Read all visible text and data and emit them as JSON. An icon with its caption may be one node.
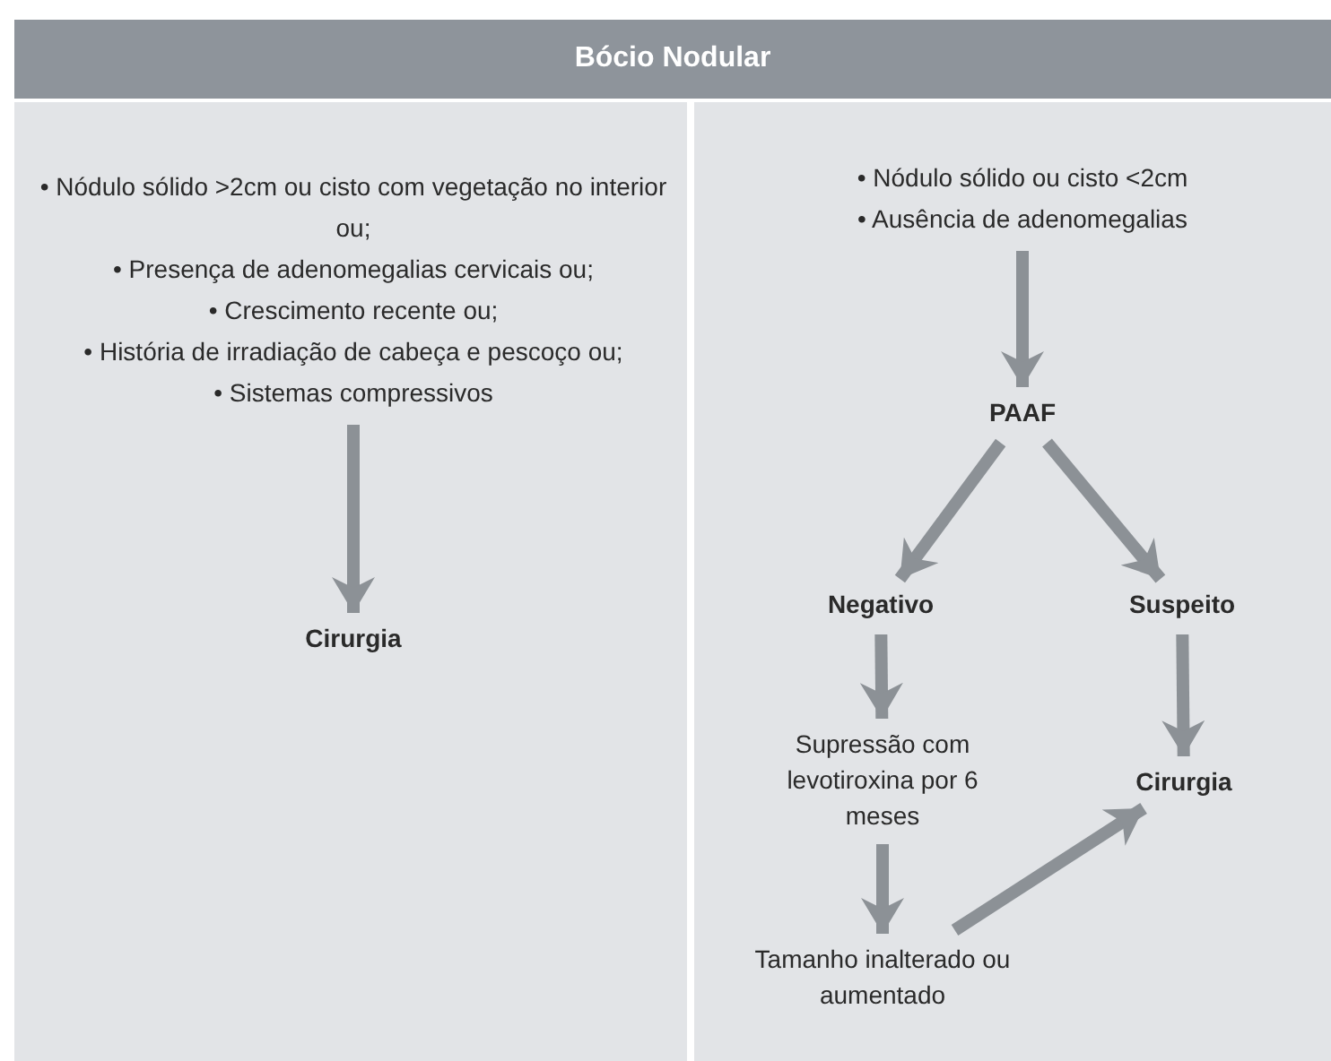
{
  "diagram": {
    "title": "Bócio Nodular",
    "nodes": [
      {
        "text": [
          "• Nódulo sólido >2cm ou cisto com vegetação no interior ou;",
          "• Presença de adenomegalias cervicais ou;",
          "• Crescimento recente ou;",
          "• História de irradiação de cabeça e pescoço ou;",
          "• Sistemas compressivos"
        ]
      },
      {
        "text": [
          "Cirurgia"
        ]
      },
      {
        "text": [
          "• Nódulo sólido ou cisto <2cm",
          "• Ausência de adenomegalias"
        ]
      },
      {
        "text": [
          "PAAF"
        ]
      },
      {
        "text": [
          "Negativo"
        ]
      },
      {
        "text": [
          "Suspeito"
        ]
      },
      {
        "text": [
          "Supressão com levotiroxina por 6 meses"
        ]
      },
      {
        "text": [
          "Cirurgia"
        ]
      },
      {
        "text": [
          "Tamanho inalterado ou aumentado"
        ]
      }
    ],
    "edges": [
      {
        "from": 0,
        "to": 1,
        "arrow": "to"
      },
      {
        "from": 2,
        "to": 3,
        "arrow": "to"
      },
      {
        "from": 3,
        "to": 4,
        "arrow": "to"
      },
      {
        "from": 3,
        "to": 5,
        "arrow": "to"
      },
      {
        "from": 4,
        "to": 6,
        "arrow": "to"
      },
      {
        "from": 5,
        "to": 7,
        "arrow": "to"
      },
      {
        "from": 6,
        "to": 8,
        "arrow": "to"
      },
      {
        "from": 8,
        "to": 7,
        "arrow": "to"
      }
    ]
  }
}
